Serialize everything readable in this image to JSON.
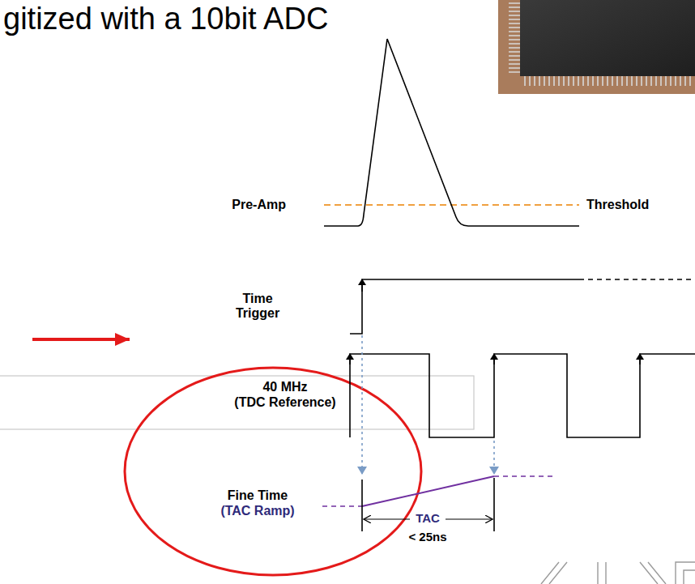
{
  "diagram": {
    "labels": [
      "gitized with a 10bit ADC",
      "Pre-Amp",
      "Threshold",
      "Time Trigger",
      "40 MHz",
      "(TDC Reference)",
      "Fine Time",
      "(TAC Ramp)",
      "TAC",
      "< 25ns"
    ]
  }
}
